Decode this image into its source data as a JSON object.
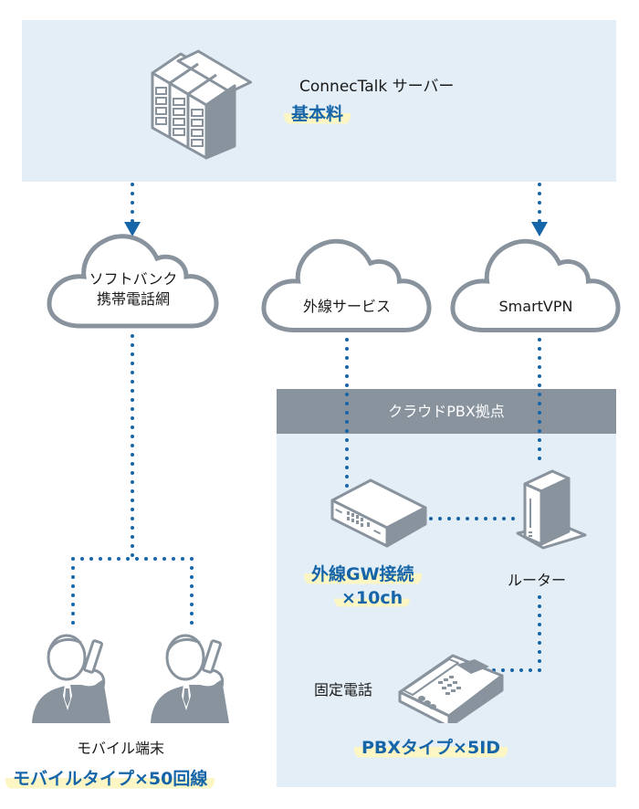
{
  "colors": {
    "panel_bg": "#e3eef6",
    "header_bg": "#88939e",
    "icon_gray": "#88939e",
    "line_blue": "#1665a8",
    "highlight_yellow": "#fbf6c4",
    "highlight_text": "#1665a8"
  },
  "server": {
    "icon": "server-rack-icon",
    "name": "ConnecTalk サーバー",
    "fee": "基本料"
  },
  "clouds": [
    {
      "id": "softbank",
      "icon": "cloud-icon",
      "line1": "ソフトバンク",
      "line2": "携帯電話網"
    },
    {
      "id": "external",
      "icon": "cloud-icon",
      "line1": "外線サービス"
    },
    {
      "id": "smartvpn",
      "icon": "cloud-icon",
      "line1": "SmartVPN"
    }
  ],
  "pbx_site": {
    "title": "クラウドPBX拠点",
    "gateway": {
      "icon": "gateway-device-icon",
      "fee_line1": "外線GW接続",
      "fee_line2": "×10ch"
    },
    "router": {
      "icon": "router-icon",
      "label": "ルーター"
    },
    "phone": {
      "icon": "desk-phone-icon",
      "label": "固定電話",
      "fee": "PBXタイプ×5ID"
    }
  },
  "mobile": {
    "icon": "person-with-phone-icon",
    "label": "モバイル端末",
    "fee": "モバイルタイプ×50回線"
  }
}
